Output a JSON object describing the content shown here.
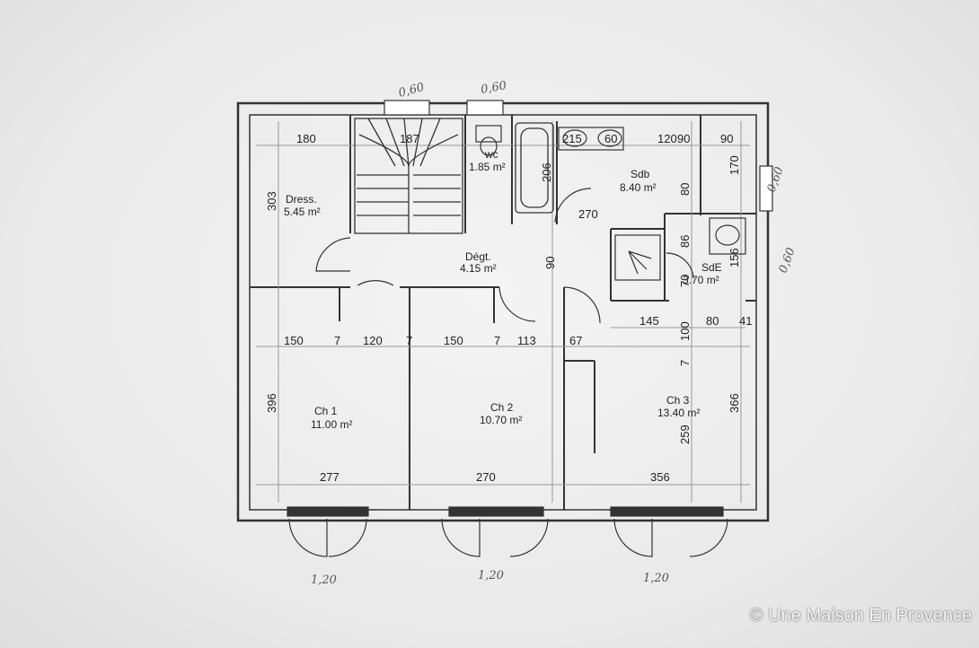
{
  "rooms": {
    "dressing": {
      "name": "Dress.",
      "area": "5.45 m²"
    },
    "wc": {
      "name": "wc",
      "area": "1.85 m²"
    },
    "sdb": {
      "name": "Sdb",
      "area": "8.40 m²"
    },
    "degt": {
      "name": "Dégt.",
      "area": "4.15 m²"
    },
    "sde": {
      "name": "SdE",
      "area": "3.70 m²"
    },
    "ch1": {
      "name": "Ch 1",
      "area": "11.00 m²"
    },
    "ch2": {
      "name": "Ch 2",
      "area": "10.70 m²"
    },
    "ch3": {
      "name": "Ch 3",
      "area": "13.40 m²"
    }
  },
  "dimensions": {
    "top_180": "180",
    "top_187": "187",
    "top_215": "215",
    "top_60": "60",
    "top_120": "120",
    "top_90": "90",
    "top_90b": "90",
    "side_170": "170",
    "side_80": "80",
    "side_270": "270",
    "side_206": "206",
    "left_303": "303",
    "mid_90": "90",
    "sde_86": "86",
    "sde_70": "70",
    "sde_156": "156",
    "mid_145": "145",
    "mid_80": "80",
    "mid_41": "41",
    "mid_100": "100",
    "row_150a": "150",
    "row_7a": "7",
    "row_120": "120",
    "row_7b": "7",
    "row_150b": "150",
    "row_7c": "7",
    "row_113": "113",
    "row_67": "67",
    "row_7d": "7",
    "left_396": "396",
    "ch3_259": "259",
    "right_366": "366",
    "bot_277": "277",
    "bot_270": "270",
    "bot_356": "356"
  },
  "handwritten": {
    "n1": "0,60",
    "n2": "0,60",
    "n3": "0,60",
    "n4": "0,60",
    "b1": "1,20",
    "b2": "1,20",
    "b3": "1,20"
  },
  "watermark": "© Une Maison En Provence"
}
